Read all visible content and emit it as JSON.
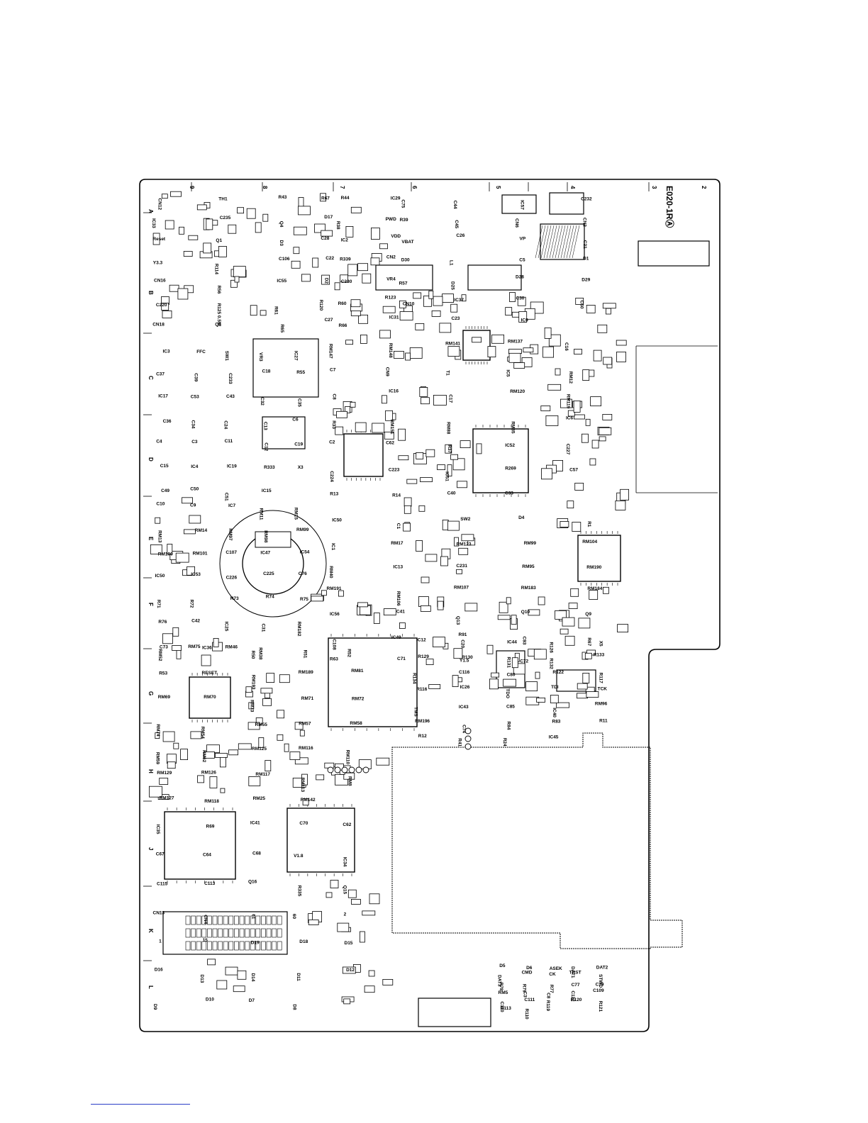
{
  "board": {
    "part_number": "E020-1RⒶ",
    "rows": [
      "A",
      "B",
      "C",
      "D",
      "E",
      "F",
      "G",
      "H",
      "J",
      "K",
      "L"
    ],
    "columns": [
      "9",
      "8",
      "7",
      "6",
      "5",
      "4",
      "3",
      "2"
    ],
    "labels": [
      "CN12",
      "TH1",
      "R43",
      "R44",
      "C75",
      "IC33",
      "C235",
      "Q4",
      "R38",
      "R39",
      "Reset",
      "Q1",
      "D3",
      "IC2",
      "VBAT",
      "Y3.3",
      "R114",
      "C106",
      "R339",
      "D30",
      "CN16",
      "R56",
      "IC55",
      "C230",
      "R57",
      "C220",
      "R125 0.5W",
      "R61",
      "R60",
      "CN10",
      "CN18",
      "Q3",
      "R65",
      "R66",
      "R67",
      "IC29",
      "C44",
      "IC57",
      "C232",
      "D17",
      "PWD",
      "C45",
      "CN6",
      "CN3",
      "C28",
      "VDD",
      "C26",
      "VP",
      "C21",
      "C22",
      "CN2",
      "L1",
      "C5",
      "D1",
      "D2",
      "VR4",
      "D25",
      "D28",
      "D29",
      "R120",
      "R123",
      "IC37",
      "C30",
      "C60",
      "C27",
      "IC31",
      "C23",
      "IC9",
      "IC3",
      "FFC",
      "SW1",
      "VR3",
      "IC27",
      "C37",
      "C39",
      "C233",
      "C18",
      "R55",
      "IC17",
      "C53",
      "C43",
      "C32",
      "C35",
      "C36",
      "C34",
      "C24",
      "C13",
      "C6",
      "C4",
      "C3",
      "C11",
      "C12",
      "C19",
      "C15",
      "IC4",
      "IC19",
      "R333",
      "X3",
      "C49",
      "C50",
      "C51",
      "IC15",
      "RM147",
      "RM148",
      "RM141",
      "RM137",
      "C16",
      "C7",
      "CN9",
      "T1",
      "IC5",
      "RM12",
      "C8",
      "IC16",
      "C17",
      "RM120",
      "RM119",
      "R33",
      "RM151",
      "RM88",
      "RM85",
      "IC6",
      "C2",
      "C62",
      "R37",
      "IC52",
      "C227",
      "C224",
      "C223",
      "IC51",
      "R269",
      "C57",
      "R13",
      "R14",
      "C40",
      "C33",
      "C10",
      "C9",
      "IC7",
      "RM11",
      "RM15",
      "RM13",
      "RM14",
      "RM97",
      "RM98",
      "RM99",
      "RM100",
      "RM101",
      "C107",
      "IC47",
      "IC54",
      "IC50",
      "IC53",
      "C226",
      "C225",
      "C76",
      "R71",
      "R72",
      "R73",
      "R74",
      "R75",
      "R76",
      "C42",
      "IC25",
      "C31",
      "RM182",
      "RM52",
      "RM75",
      "RM46",
      "RM38",
      "IC50",
      "C1",
      "SW2",
      "D4",
      "R1",
      "IC1",
      "RM17",
      "RM123",
      "RM99",
      "RM104",
      "RM40",
      "IC13",
      "C231",
      "RM95",
      "RM190",
      "RM191",
      "RM106",
      "RM107",
      "RM183",
      "RM184",
      "IC56",
      "C41",
      "Q13",
      "Q10",
      "Q9",
      "C108",
      "IC49",
      "R91",
      "C93",
      "R67",
      "R63",
      "C71",
      "Y1.5",
      "C72",
      "C73",
      "IC36",
      "R50",
      "R51",
      "R52",
      "R53",
      "RESET",
      "RM193",
      "RM189",
      "RM81",
      "RM69",
      "RM70",
      "RM73",
      "RM71",
      "RM72",
      "RM74",
      "RM54",
      "RM55",
      "RM57",
      "RM58",
      "RM59",
      "RM62",
      "RM125",
      "RM116",
      "RM110",
      "RM129",
      "RM126",
      "RM117",
      "RM113",
      "RM8",
      "RM127",
      "RM118",
      "RM25",
      "RM142",
      "IC12",
      "C20",
      "IC44",
      "R126",
      "X5",
      "R129",
      "R130",
      "R131",
      "R132",
      "R133",
      "R134",
      "C116",
      "C80",
      "R122",
      "R117",
      "R116",
      "IC26",
      "TDO",
      "TDI",
      "TCK",
      "TMS",
      "IC43",
      "C85",
      "IC40",
      "RM96",
      "RM196",
      "C74",
      "R84",
      "R83",
      "R11",
      "R12",
      "R41",
      "R24",
      "IC45",
      "IC35",
      "R69",
      "IC41",
      "C70",
      "C62",
      "C67",
      "C64",
      "C68",
      "V1.8",
      "IC34",
      "C115",
      "C113",
      "Q16",
      "R335",
      "Q15",
      "CN13",
      "CN4",
      "61",
      "60",
      "2",
      "1",
      "15",
      "D19",
      "D18",
      "D15",
      "D16",
      "D13",
      "D14",
      "D11",
      "D12",
      "D9",
      "D10",
      "D7",
      "D8",
      "D5",
      "D6",
      "ASEK",
      "DAT1",
      "DAT2",
      "DAT3",
      "CMD",
      "CK",
      "TRST",
      "STWD",
      "R78",
      "R79",
      "R77",
      "C77",
      "C79",
      "RM5",
      "C3",
      "C8",
      "C112",
      "C109",
      "C110",
      "C111",
      "R119",
      "R120",
      "R121",
      "R113",
      "R110"
    ]
  }
}
